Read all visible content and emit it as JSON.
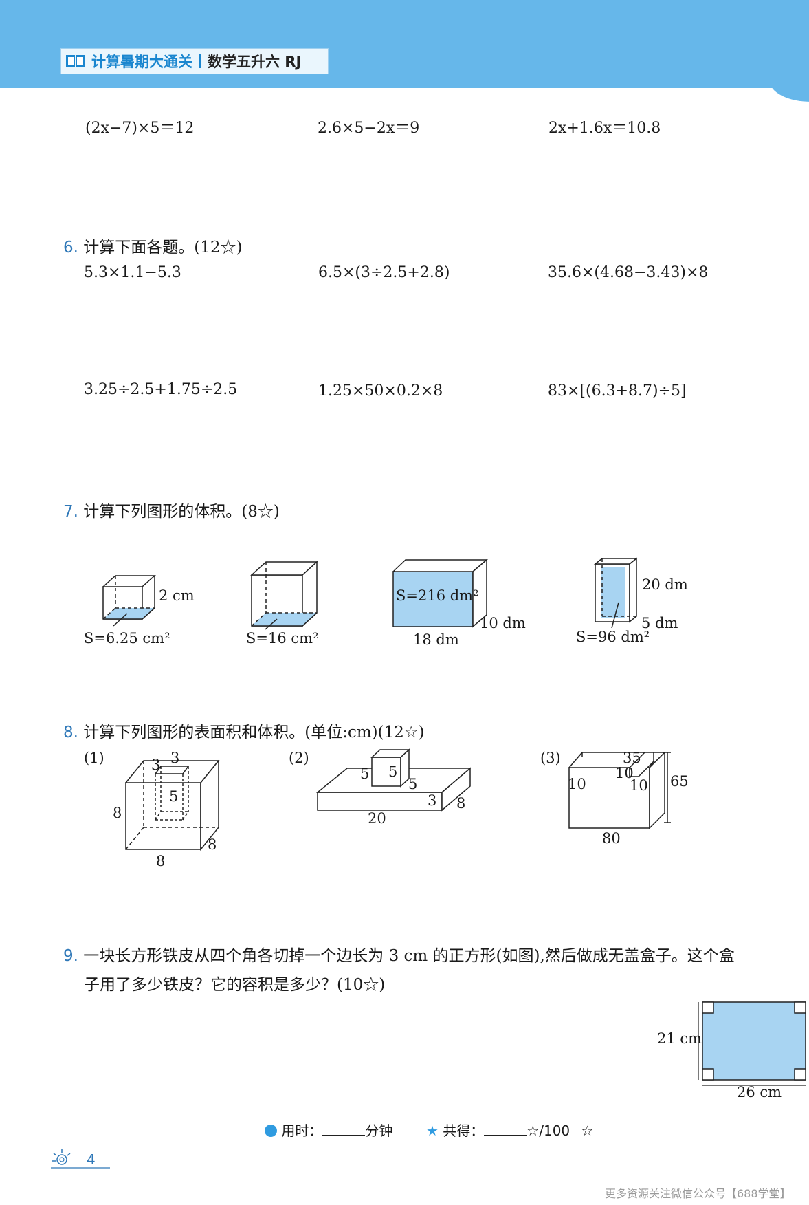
{
  "header": {
    "title": "计算暑期大通关",
    "subtitle": "数学五升六 RJ"
  },
  "q5": {
    "items": [
      "(2x−7)×5＝12",
      "2.6×5−2x＝9",
      "2x+1.6x＝10.8"
    ]
  },
  "q6": {
    "number": "6.",
    "title": "计算下面各题。(12☆)",
    "row1": [
      "5.3×1.1−5.3",
      "6.5×(3÷2.5+2.8)",
      "35.6×(4.68−3.43)×8"
    ],
    "row2": [
      "3.25÷2.5+1.75÷2.5",
      "1.25×50×0.2×8",
      "83×[(6.3+8.7)÷5]"
    ]
  },
  "q7": {
    "number": "7.",
    "title": "计算下列图形的体积。(8☆)",
    "fig1": {
      "height": "2 cm",
      "area": "S=6.25 cm²"
    },
    "fig2": {
      "area": "S=16 cm²"
    },
    "fig3": {
      "area": "S=216 dm²",
      "depth": "10 dm",
      "length": "18 dm"
    },
    "fig4": {
      "height": "20 dm",
      "width": "5 dm",
      "area": "S=96 dm²"
    }
  },
  "q8": {
    "number": "8.",
    "title": "计算下列图形的表面积和体积。(单位:cm)(12☆)",
    "fig1": {
      "label": "(1)",
      "top1": "3",
      "top2": "3",
      "inner": "5",
      "height": "8",
      "depth": "8",
      "bottom": "8"
    },
    "fig2": {
      "label": "(2)",
      "cube_w": "5",
      "cube_h": "5",
      "cube_d": "5",
      "length": "20",
      "height": "3",
      "depth": "8"
    },
    "fig3": {
      "label": "(3)",
      "top": "35",
      "notch1": "10",
      "notch2": "10",
      "left": "10",
      "height": "65",
      "bottom": "80"
    }
  },
  "q9": {
    "number": "9.",
    "line1": "一块长方形铁皮从四个角各切掉一个边长为 3 cm 的正方形(如图),然后做成无盖盒子。这个盒",
    "line2": "子用了多少铁皮？它的容积是多少？(10☆)",
    "height_label": "21 cm",
    "width_label": "26 cm"
  },
  "footer": {
    "time_label": "用时：",
    "time_unit": "分钟",
    "score_label": "共得：",
    "score_total": "☆/100",
    "star_mark": "☆",
    "page_number": "4",
    "watermark": "更多资源关注微信公众号【688学堂】"
  }
}
